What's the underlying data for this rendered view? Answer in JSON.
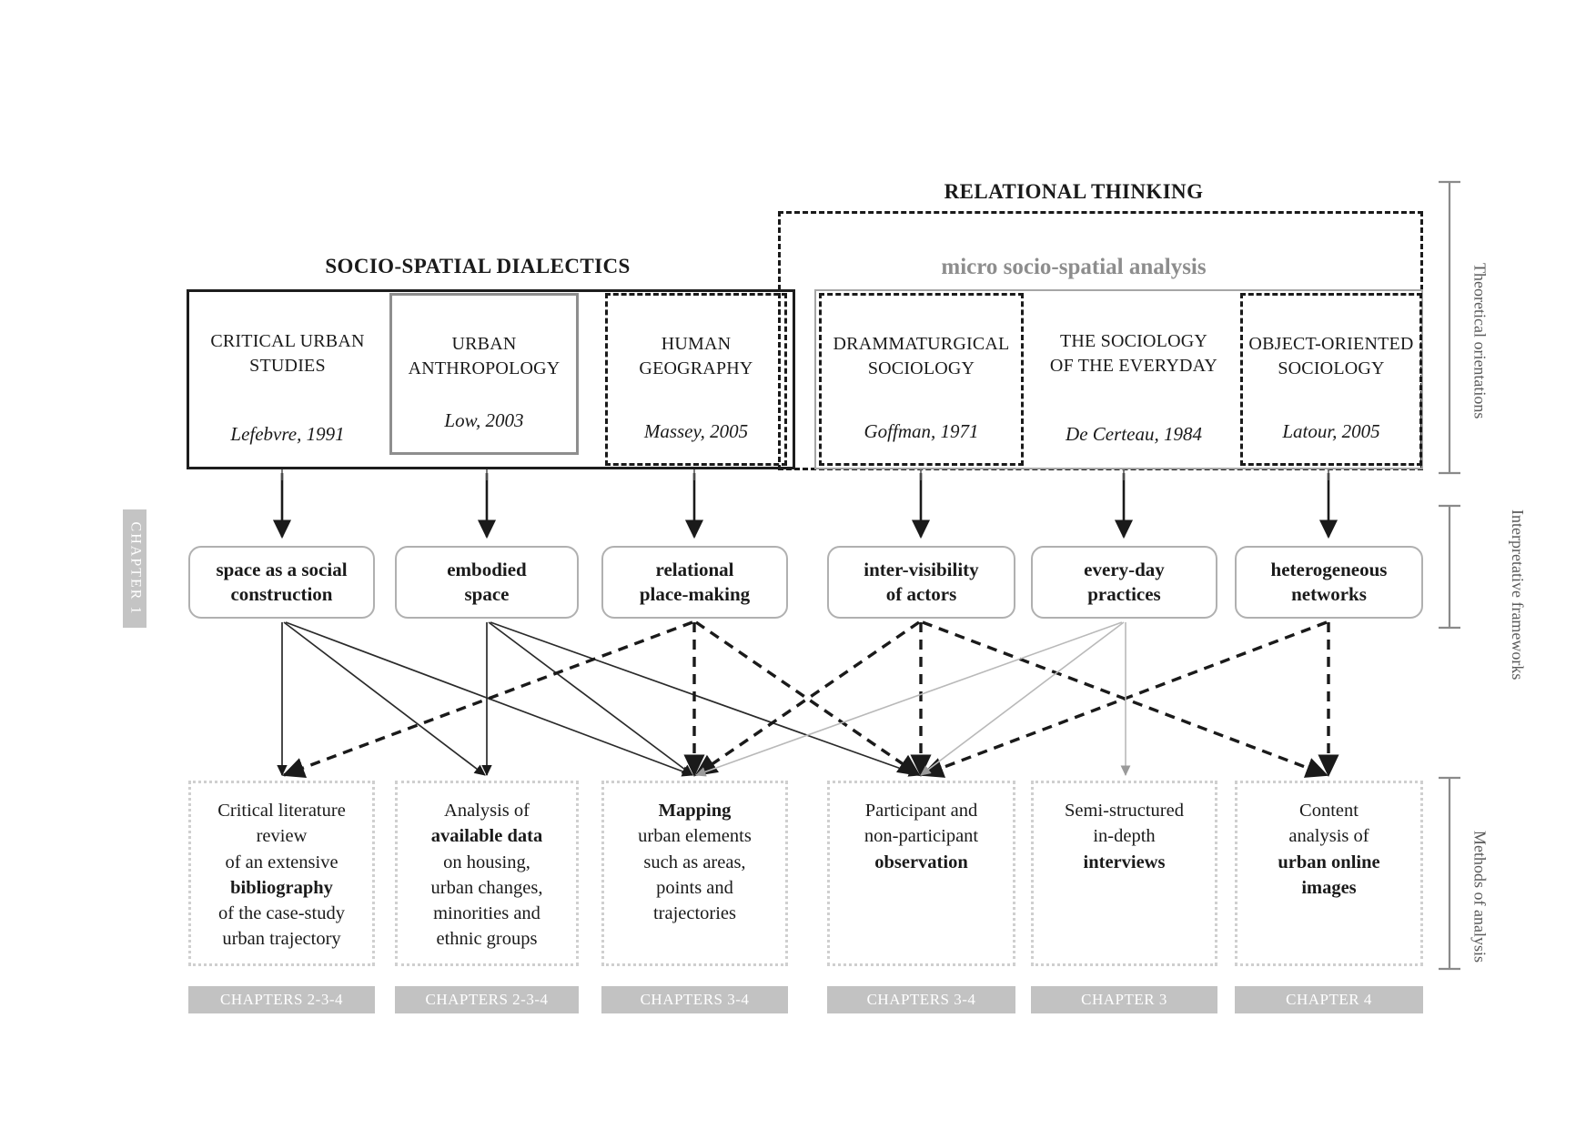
{
  "figure": {
    "chapter_band": "CHAPTER 1",
    "groups": [
      {
        "id": "socio-spatial",
        "title": "SOCIO-SPATIAL DIALECTICS",
        "subtitle": ""
      },
      {
        "id": "relational",
        "title": "RELATIONAL THINKING",
        "subtitle": "micro socio-spatial analysis"
      }
    ],
    "side_labels": [
      {
        "id": "theoretical",
        "text": "Theoretical orientations"
      },
      {
        "id": "interpretative",
        "line1": "Interpretative",
        "line2": "frameworks"
      },
      {
        "id": "methods",
        "text": "Methods of analysis"
      }
    ],
    "columns": [
      {
        "discipline": "CRITICAL URBAN\nSTUDIES",
        "discipline_l1": "CRITICAL URBAN",
        "discipline_l2": "STUDIES",
        "reference": "Lefebvre, 1991",
        "framework_l1": "space as a social",
        "framework_l2": "construction",
        "method_html": "Critical literature<br>review<br>of an extensive<br><b>bibliography</b><br>of the case-study<br>urban trajectory",
        "chapter": "CHAPTERS 2-3-4"
      },
      {
        "discipline_l1": "URBAN",
        "discipline_l2": "ANTHROPOLOGY",
        "reference": "Low, 2003",
        "framework_l1": "embodied",
        "framework_l2": "space",
        "method_html": "Analysis of<br><b>available data</b><br>on housing,<br>urban changes,<br>minorities and<br>ethnic groups",
        "chapter": "CHAPTERS 2-3-4"
      },
      {
        "discipline_l1": "HUMAN",
        "discipline_l2": "GEOGRAPHY",
        "reference": "Massey, 2005",
        "framework_l1": "relational",
        "framework_l2": "place-making",
        "method_html": "<b>Mapping</b><br>urban elements<br>such as areas,<br>points and<br>trajectories",
        "chapter": "CHAPTERS 3-4"
      },
      {
        "discipline_l1": "DRAMMATURGICAL",
        "discipline_l2": "SOCIOLOGY",
        "reference": "Goffman, 1971",
        "framework_l1": "inter-visibility",
        "framework_l2": "of actors",
        "method_html": "Participant and<br>non-participant<br><b>observation</b>",
        "chapter": "CHAPTERS 3-4"
      },
      {
        "discipline_l1": "THE SOCIOLOGY",
        "discipline_l2": "OF THE EVERYDAY",
        "reference": "De Certeau, 1984",
        "framework_l1": "every-day",
        "framework_l2": "practices",
        "method_html": "Semi-structured<br>in-depth<br><b>interviews</b>",
        "chapter": "CHAPTER 3"
      },
      {
        "discipline_l1": "OBJECT-ORIENTED",
        "discipline_l2": "SOCIOLOGY",
        "reference": "Latour, 2005",
        "framework_l1": "heterogeneous",
        "framework_l2": "networks",
        "method_html": "Content<br>analysis of<br><b>urban online</b><br><b>images</b>",
        "chapter": "CHAPTER 4"
      }
    ],
    "colors": {
      "ink": "#1a1a1a",
      "gray_border": "#a6a6a6",
      "light_dotted": "#cfcfcf",
      "band_gray": "#c2c2c2",
      "subtitle_gray": "#8d8d8d",
      "side_label_gray": "#5a5a5a"
    }
  }
}
